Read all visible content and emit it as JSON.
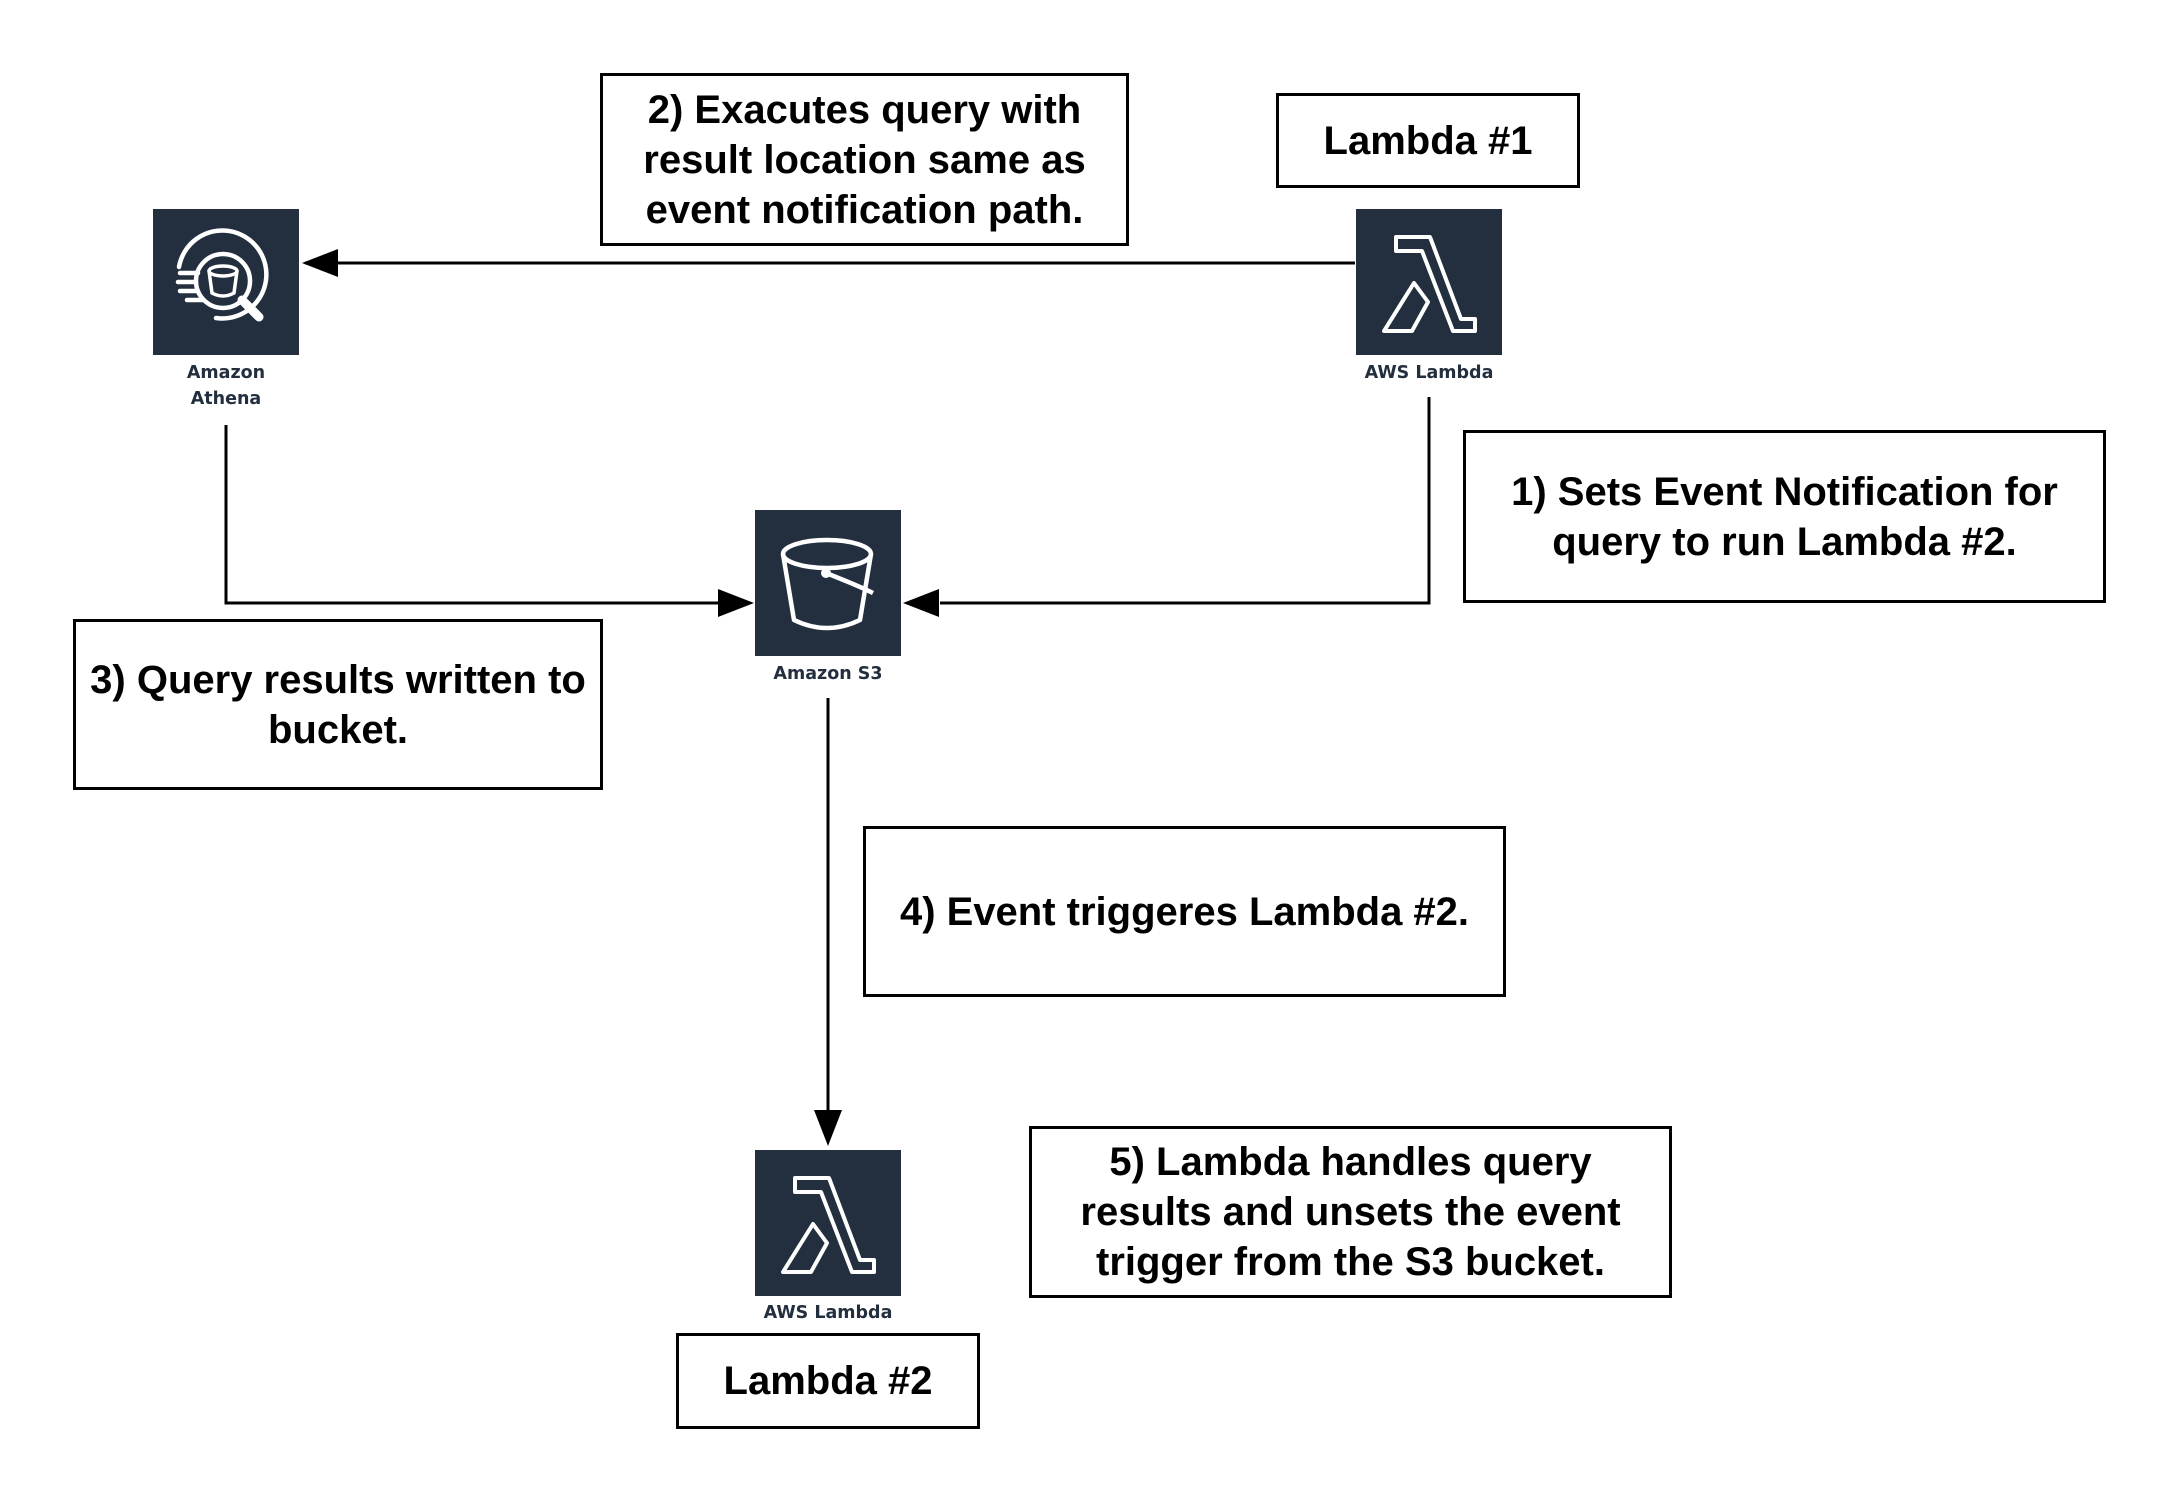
{
  "services": {
    "athena": {
      "name_line1": "Amazon",
      "name_line2": "Athena",
      "icon": "athena-icon"
    },
    "lambda1": {
      "name": "AWS Lambda",
      "icon": "lambda-icon"
    },
    "s3": {
      "name": "Amazon S3",
      "icon": "s3-bucket-icon"
    },
    "lambda2": {
      "name": "AWS Lambda",
      "icon": "lambda-icon"
    }
  },
  "labels": {
    "lambda1_title": "Lambda #1",
    "lambda2_title": "Lambda #2"
  },
  "steps": {
    "step1": "1) Sets Event Notification for query to run Lambda #2.",
    "step2": "2) Exacutes query with result location same as event notification path.",
    "step3": "3) Query results written to bucket.",
    "step4": "4) Event triggeres Lambda #2.",
    "step5": "5) Lambda handles query results and unsets the event trigger from the S3 bucket."
  },
  "colors": {
    "icon_background": "#232f3e",
    "line": "#000000",
    "label_text": "#232f3e"
  }
}
